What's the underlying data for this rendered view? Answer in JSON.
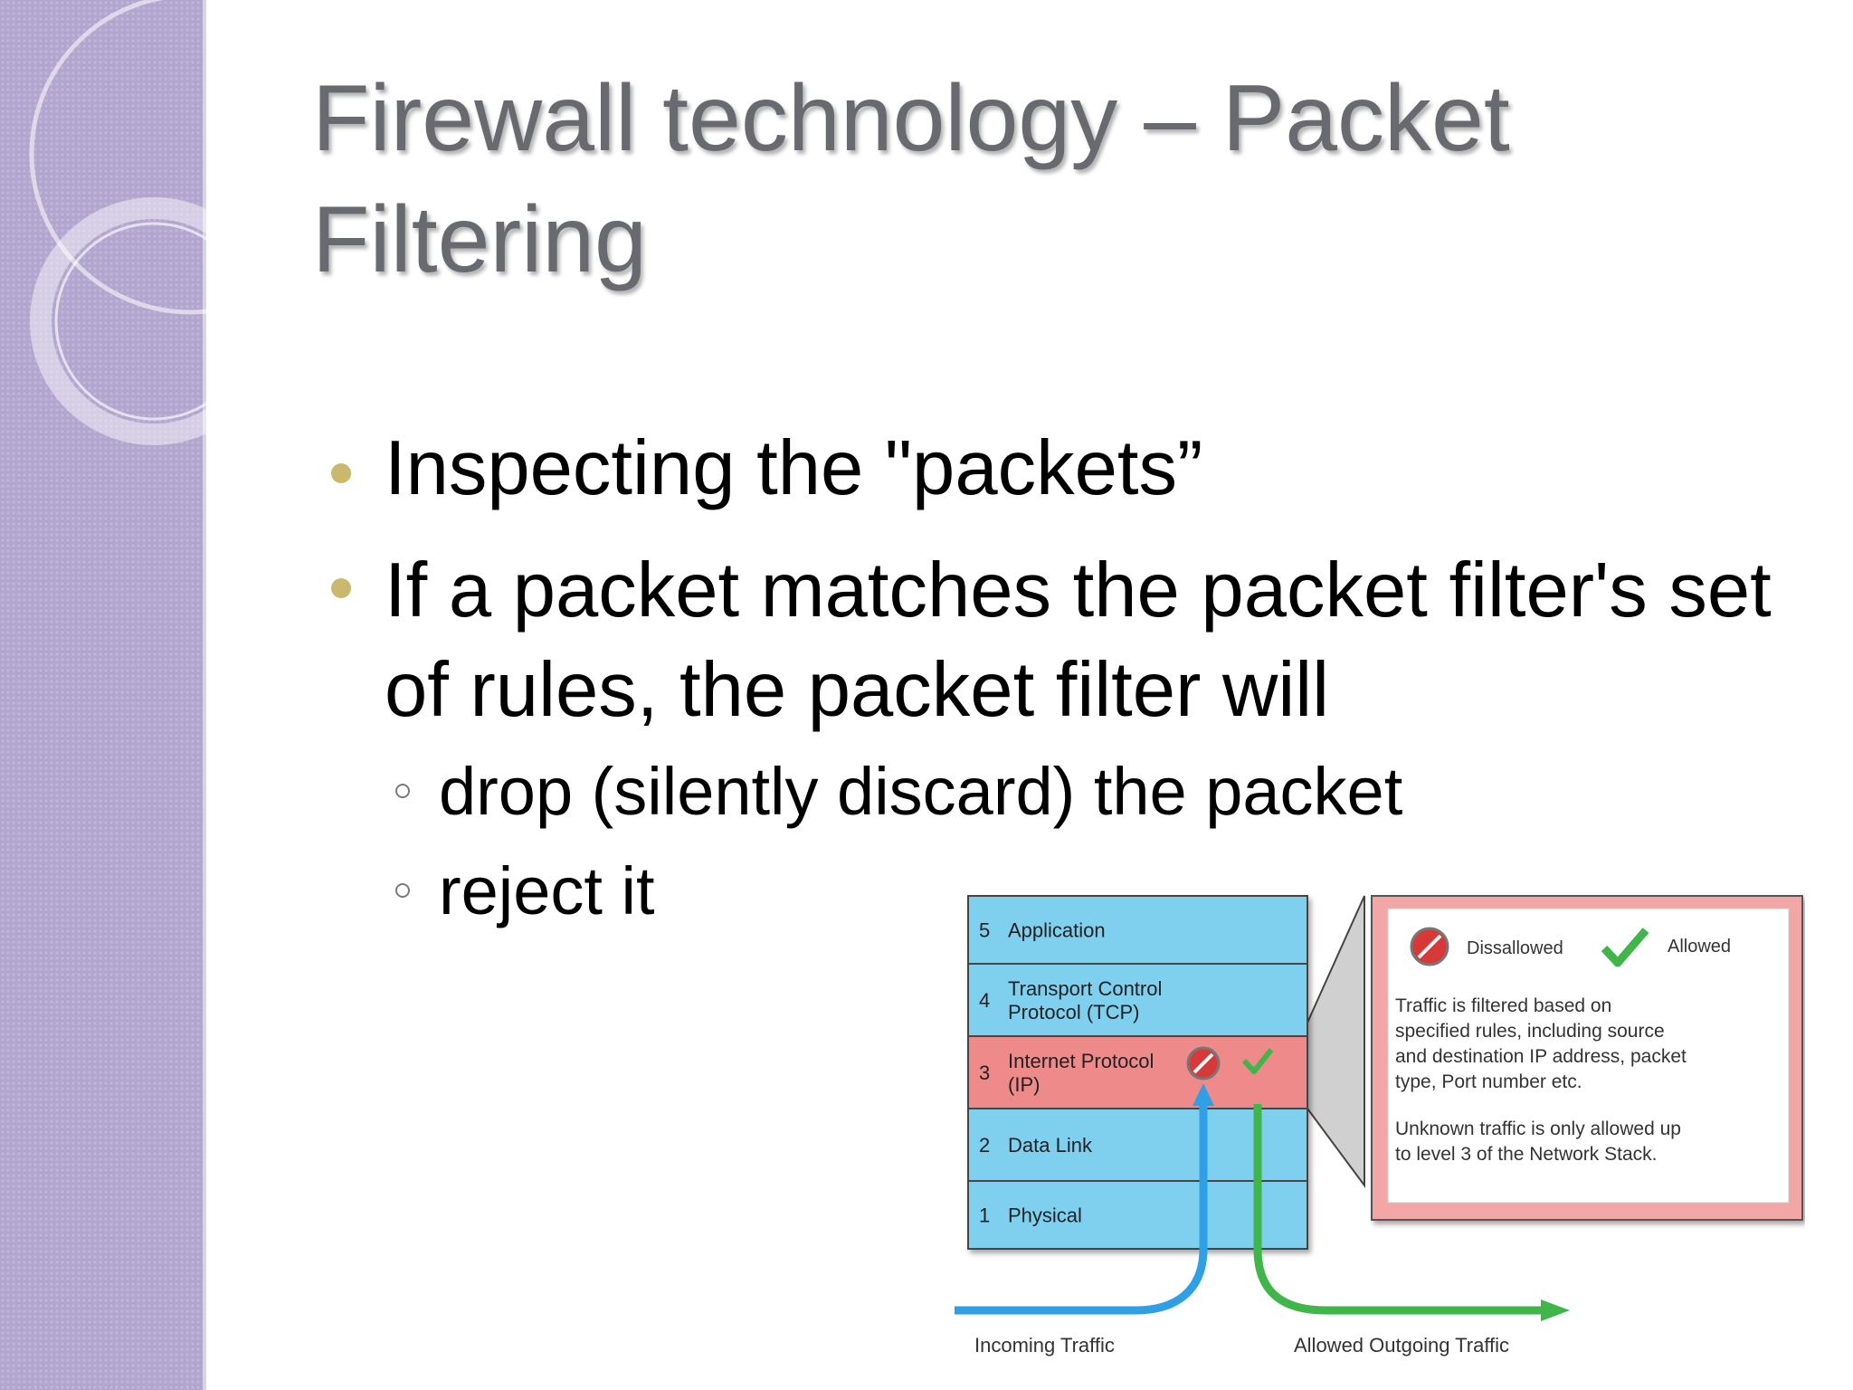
{
  "slide": {
    "title": "Firewall technology  – Packet Filtering",
    "bullets": [
      "Inspecting the \"packets”",
      " If a packet matches the packet filter's set of rules, the packet filter will"
    ],
    "sub_bullets": [
      "drop (silently discard) the packet",
      "reject it"
    ]
  },
  "diagram": {
    "layers": [
      {
        "num": "5",
        "label": [
          "Application"
        ]
      },
      {
        "num": "4",
        "label": [
          "Transport Control",
          "Protocol (TCP)"
        ]
      },
      {
        "num": "3",
        "label": [
          "Internet Protocol",
          "(IP)"
        ]
      },
      {
        "num": "2",
        "label": [
          "Data Link"
        ]
      },
      {
        "num": "1",
        "label": [
          "Physical"
        ]
      }
    ],
    "legend": {
      "disallowed": "Dissallowed",
      "allowed": "Allowed"
    },
    "info_text_1": [
      "Traffic is filtered based on",
      "specified rules, including source",
      "and destination IP address, packet",
      "type, Port number etc."
    ],
    "info_text_2": [
      "Unknown traffic is only allowed up",
      "to level 3 of the Network Stack."
    ],
    "incoming_label": "Incoming Traffic",
    "outgoing_label": "Allowed Outgoing Traffic",
    "colors": {
      "layer_blue": "#7fcfef",
      "ip_red": "#ef8a8a",
      "info_pink": "#f3a6a6",
      "incoming": "#2fa0e6",
      "outgoing": "#3fb54a"
    }
  },
  "theme": {
    "sidebar": "#b2a6cf",
    "title_color": "#696a6f",
    "bullet_dot": "#c9b86e"
  }
}
